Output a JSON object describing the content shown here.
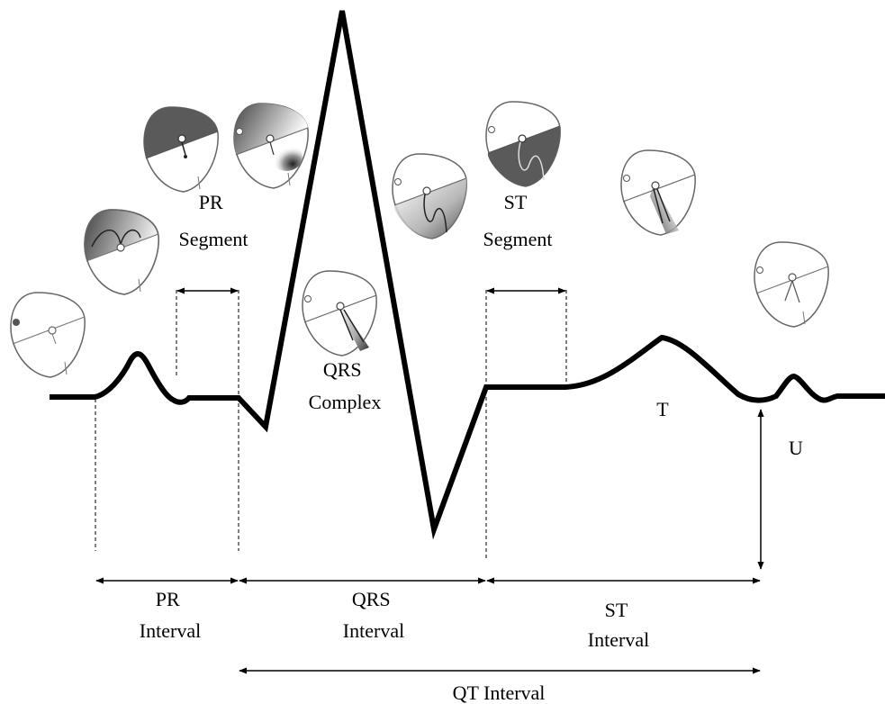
{
  "labels": {
    "pr_segment": [
      "PR",
      "Segment"
    ],
    "st_segment": [
      "ST",
      "Segment"
    ],
    "qrs_complex": [
      "QRS",
      "Complex"
    ],
    "t_wave": "T",
    "u_wave": "U",
    "pr_interval": [
      "PR",
      "Interval"
    ],
    "qrs_interval": [
      "QRS",
      "Interval"
    ],
    "st_interval": [
      "ST",
      "Interval"
    ],
    "qt_interval": "QT Interval"
  },
  "colors": {
    "trace": "#000000",
    "heart_outline": "#555555",
    "shade_dark": "#5a5a5a"
  }
}
